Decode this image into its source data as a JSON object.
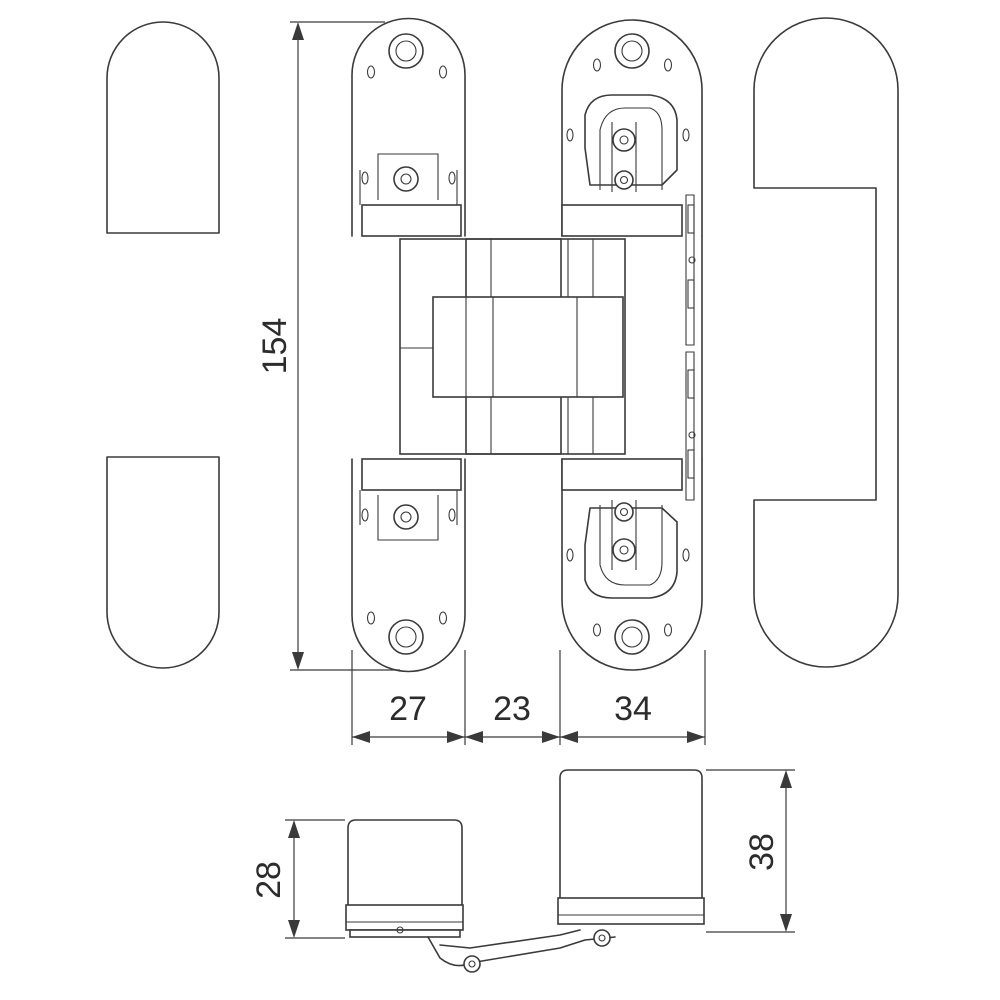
{
  "dimensions": {
    "height_total": "154",
    "width_left_plate": "27",
    "width_gap": "23",
    "width_right_plate": "34",
    "depth_left": "28",
    "depth_right": "38"
  }
}
